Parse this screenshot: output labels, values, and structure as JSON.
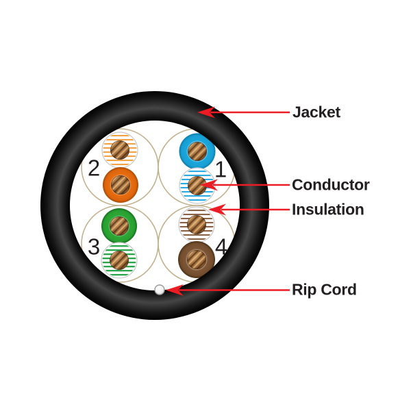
{
  "diagram": {
    "type": "utp-cable-cross-section",
    "callouts": [
      {
        "id": "jacket",
        "label": "Jacket"
      },
      {
        "id": "conductor",
        "label": "Conductor"
      },
      {
        "id": "insulation",
        "label": "Insulation"
      },
      {
        "id": "rip_cord",
        "label": "Rip Cord"
      }
    ],
    "pairs": [
      {
        "number": "1",
        "position": "top-right",
        "wires": [
          "solid-blue",
          "striped-blue"
        ]
      },
      {
        "number": "2",
        "position": "top-left",
        "wires": [
          "striped-orange",
          "solid-orange"
        ]
      },
      {
        "number": "3",
        "position": "bottom-left",
        "wires": [
          "solid-green",
          "striped-green"
        ]
      },
      {
        "number": "4",
        "position": "bottom-right",
        "wires": [
          "striped-brown",
          "solid-brown"
        ]
      }
    ],
    "colors": {
      "arrow_red": "#ec1c24",
      "label_text": "#231f20",
      "jacket_black": "#000000",
      "jacket_sheen": "#454545",
      "pair_circle_tan": "#c2b08c",
      "blue": "#1ba7dc",
      "orange": "#e2690e",
      "green": "#2ea837",
      "brown": "#7d5638",
      "stripe_orange": "#f2a243",
      "stripe_blue": "#29a9e0",
      "stripe_green": "#2aa64a",
      "stripe_brown": "#8a6243",
      "copper": "#a9743f",
      "rip_cord_gray": "#cfcfcf"
    }
  }
}
